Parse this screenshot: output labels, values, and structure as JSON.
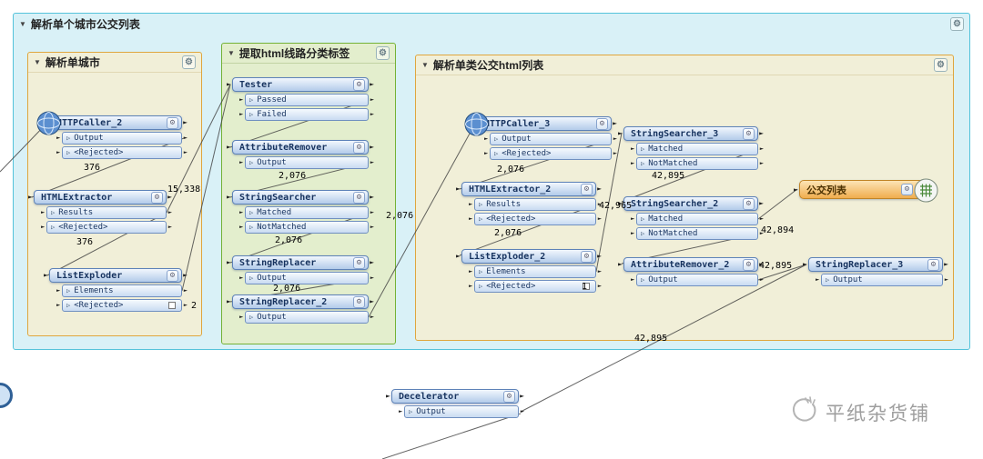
{
  "icons": {
    "gear": "⚙",
    "collapse": "▼",
    "port": "▷",
    "arrow": "►"
  },
  "colors": {
    "bookmark_cyan": "#d9f1f7",
    "bookmark_yellow": "#f1efd8",
    "bookmark_green": "#e3eecd",
    "node_blue_border": "#5d82b8",
    "writer_orange": "#f0ad4e"
  },
  "bookmarks": {
    "outer": {
      "title": "解析单个城市公交列表"
    },
    "city": {
      "title": "解析单城市"
    },
    "tags": {
      "title": "提取html线路分类标签"
    },
    "list": {
      "title": "解析单类公交html列表"
    }
  },
  "nodes": {
    "httpcaller_2": {
      "title": "HTTPCaller_2",
      "p1": "Output",
      "p2": "<Rejected>"
    },
    "htmlextractor": {
      "title": "HTMLExtractor",
      "p1": "Results",
      "p2": "<Rejected>"
    },
    "listexploder": {
      "title": "ListExploder",
      "p1": "Elements",
      "p2": "<Rejected>"
    },
    "tester": {
      "title": "Tester",
      "p1": "Passed",
      "p2": "Failed"
    },
    "attributeremover": {
      "title": "AttributeRemover",
      "p1": "Output"
    },
    "stringsearcher": {
      "title": "StringSearcher",
      "p1": "Matched",
      "p2": "NotMatched"
    },
    "stringreplacer": {
      "title": "StringReplacer",
      "p1": "Output"
    },
    "stringreplacer_2": {
      "title": "StringReplacer_2",
      "p1": "Output"
    },
    "httpcaller_3": {
      "title": "HTTPCaller_3",
      "p1": "Output",
      "p2": "<Rejected>"
    },
    "htmlextractor_2": {
      "title": "HTMLExtractor_2",
      "p1": "Results",
      "p2": "<Rejected>"
    },
    "listexploder_2": {
      "title": "ListExploder_2",
      "p1": "Elements",
      "p2": "<Rejected>"
    },
    "stringsearcher_3": {
      "title": "StringSearcher_3",
      "p1": "Matched",
      "p2": "NotMatched"
    },
    "stringsearcher_2": {
      "title": "StringSearcher_2",
      "p1": "Matched",
      "p2": "NotMatched"
    },
    "attributeremover_2": {
      "title": "AttributeRemover_2",
      "p1": "Output"
    },
    "bus_list_writer": {
      "title": "公交列表"
    },
    "stringreplacer_3": {
      "title": "StringReplacer_3",
      "p1": "Output"
    },
    "decelerator": {
      "title": "Decelerator",
      "p1": "Output"
    }
  },
  "counts": {
    "httpcaller_2_out": "376",
    "htmlextractor_out": "376",
    "listexploder_rejected": "2",
    "listexploder_to_tester": "15,338",
    "attributeremover_out": "2,076",
    "stringsearcher_out": "2,076",
    "stringreplacer_out": "2,076",
    "stringreplacer_2_to_httpcaller_3": "2,076",
    "httpcaller_3_out": "2,076",
    "htmlextractor_2_results": "42,965",
    "htmlextractor_2_rejected": "2,076",
    "listexploder_2_rejected": "1",
    "stringsearcher_3_out": "42,895",
    "stringsearcher_2_out": "42,894",
    "attributeremover_2_out": "42,895",
    "decelerator_link": "42,895"
  },
  "watermark": {
    "text": "平纸杂货铺"
  }
}
